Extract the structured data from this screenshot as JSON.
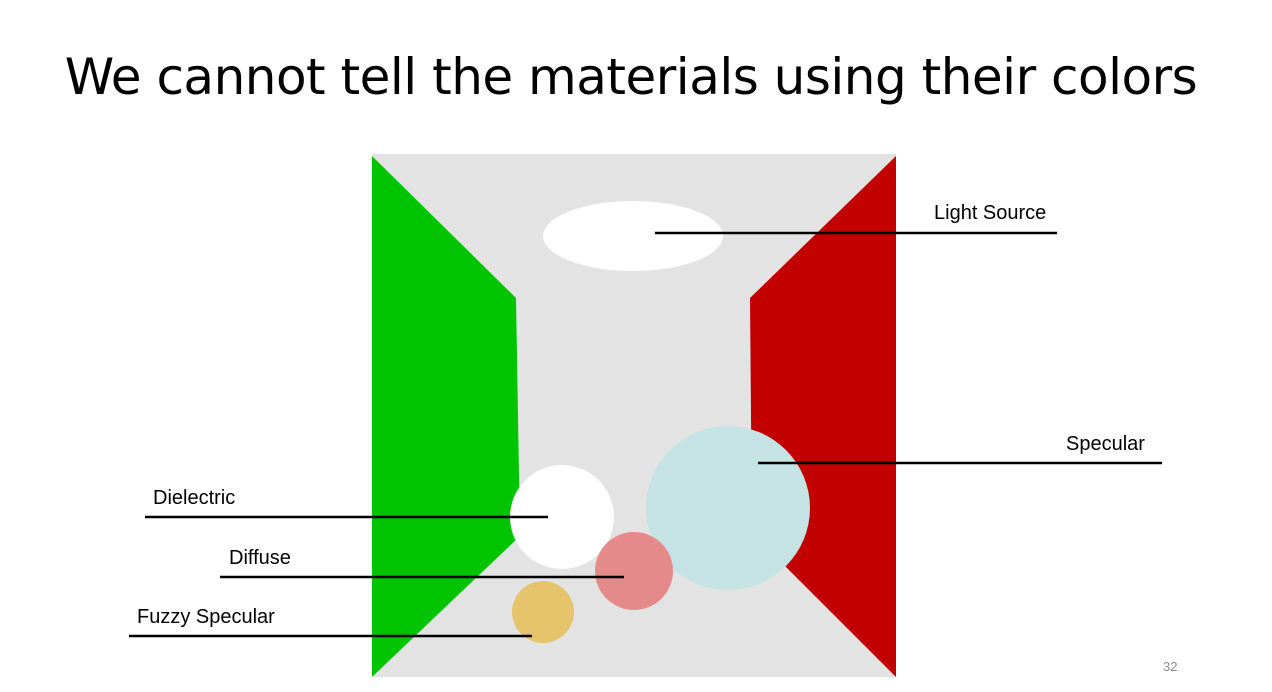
{
  "slide": {
    "title": "We cannot tell the materials using their colors",
    "page_number": "32"
  },
  "scene": {
    "back_wall_color": "#e3e3e3",
    "left_wall_color": "#00c400",
    "right_wall_color": "#c20000",
    "light_source_color": "#ffffff",
    "dielectric_sphere_color": "#ffffff",
    "diffuse_sphere_color": "#e58a8a",
    "fuzzy_specular_sphere_color": "#e5c46b",
    "specular_sphere_color": "#c5e3e4"
  },
  "labels": {
    "light_source": "Light Source",
    "specular": "Specular",
    "dielectric": "Dielectric",
    "diffuse": "Diffuse",
    "fuzzy_specular": "Fuzzy Specular"
  }
}
